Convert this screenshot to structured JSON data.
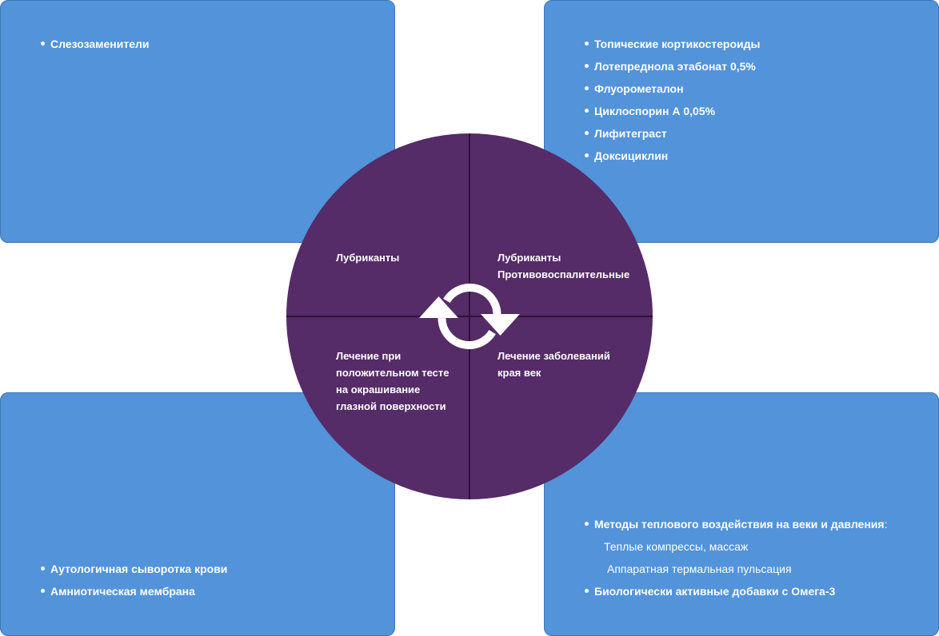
{
  "top_left": {
    "items": [
      "Слезозаменители"
    ]
  },
  "top_right": {
    "items": [
      "Топические кортикостероиды",
      "Лотепреднола этабонат 0,5%",
      "Флуорометалон",
      "Циклоспорин А 0,05%",
      "Лифитеграст",
      "Доксициклин"
    ]
  },
  "bottom_left": {
    "items": [
      "Аутологичная сыворотка крови",
      "Амниотическая мембрана"
    ]
  },
  "bottom_right": {
    "item1": "Методы теплового воздействия на веки и давления",
    "item1_suffix": ":",
    "sub1": "Теплые компрессы, массаж",
    "sub2": "Аппаратная термальная пульсация",
    "item2": "Биологически активные добавки с Омега-3"
  },
  "circle": {
    "q1": "Лубриканты",
    "q2_line1": "Лубриканты",
    "q2_line2": "Противовоспалительные",
    "q3_line1": "Лечение при",
    "q3_line2": "положительном тесте",
    "q3_line3": "на окрашивание",
    "q3_line4": "глазной поверхности",
    "q4_line1": "Лечение заболеваний",
    "q4_line2": "края век"
  },
  "colors": {
    "box_fill": "#5293da",
    "circle_fill": "#552b68",
    "divider": "#2e1239",
    "text": "#ffffff"
  },
  "icons": {
    "center": "cycle-arrows-icon"
  }
}
